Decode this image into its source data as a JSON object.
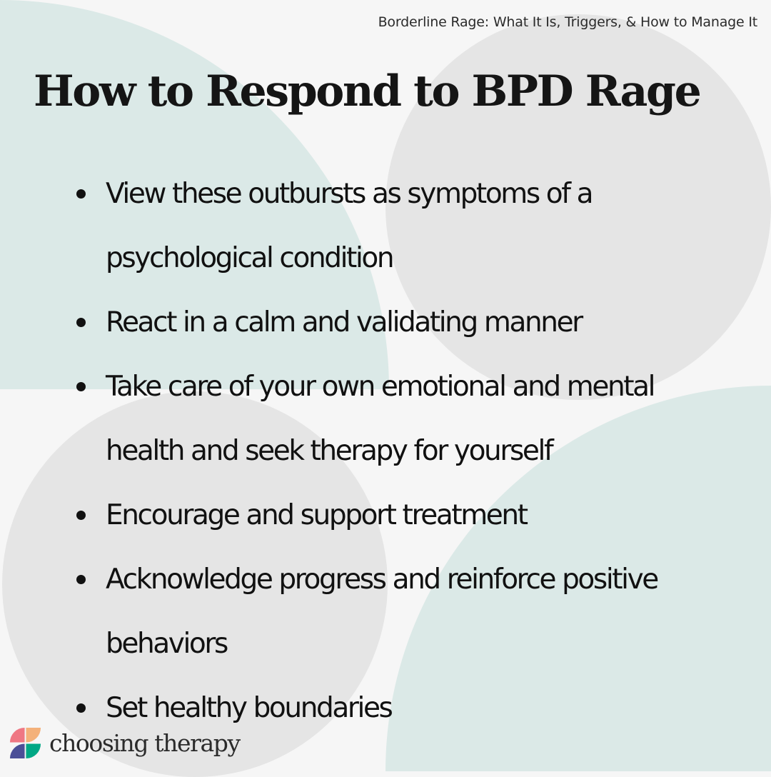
{
  "source_title": "Borderline Rage: What It Is, Triggers, & How to Manage It",
  "heading": "How to Respond to BPD Rage",
  "tips": [
    "View these outbursts as symptoms of a psychological condition",
    "React in a calm and validating manner",
    "Take care of your own emotional and mental health and seek therapy for yourself",
    "Encourage and support treatment",
    "Acknowledge progress and reinforce positive behaviors",
    "Set healthy boundaries"
  ],
  "brand": {
    "name": "choosing therapy",
    "logo_icon": "four-petal-logo-icon"
  },
  "colors": {
    "background": "#f6f6f6",
    "teal_accent": "#dbe9e7",
    "gray_circle": "#e5e5e5",
    "text": "#121212",
    "logo_pink": "#ef7783",
    "logo_orange": "#f4b17a",
    "logo_purple": "#4b4f97",
    "logo_teal": "#00a885"
  }
}
